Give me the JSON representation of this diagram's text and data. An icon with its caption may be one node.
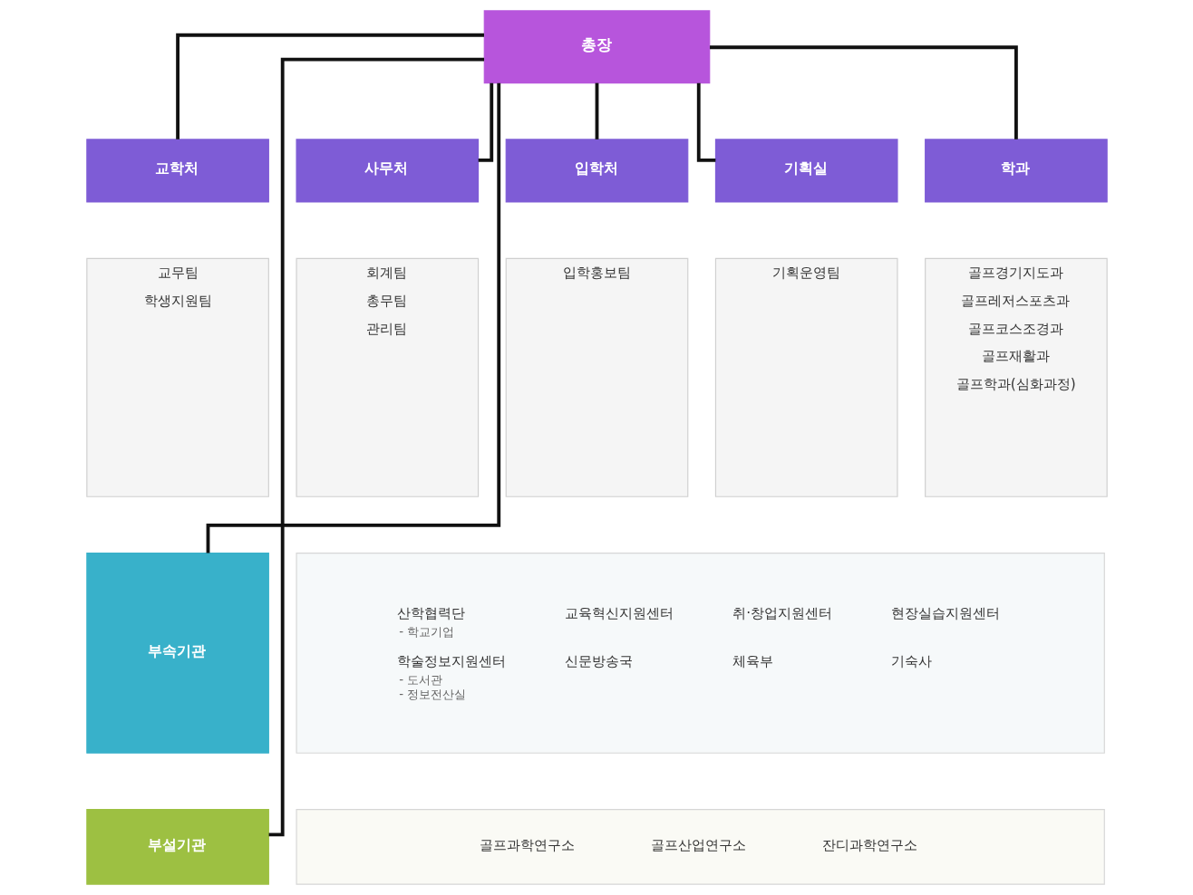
{
  "diagram": {
    "nodes": [
      {
        "text": [
          "총장"
        ]
      },
      {
        "text": [
          "교학처"
        ]
      },
      {
        "text": [
          "사무처"
        ]
      },
      {
        "text": [
          "입학처"
        ]
      },
      {
        "text": [
          "기획실"
        ]
      },
      {
        "text": [
          "학과"
        ]
      },
      {
        "text": [
          "교무팀",
          "학생지원팀"
        ]
      },
      {
        "text": [
          "회계팀",
          "총무팀",
          "관리팀"
        ]
      },
      {
        "text": [
          "입학홍보팀"
        ]
      },
      {
        "text": [
          "기획운영팀"
        ]
      },
      {
        "text": [
          "골프경기지도과",
          "골프레저스포츠과",
          "골프코스조경과",
          "골프재활과",
          "골프학과(심화과정)"
        ]
      },
      {
        "text": [
          "부속기관"
        ]
      },
      {
        "text": [
          "산학협력단",
          "교육혁신지원센터",
          "취·창업지원센터",
          "현장실습지원센터",
          "- 학교기업",
          "학술정보지원센터",
          "신문방송국",
          "체육부",
          "기숙사",
          "- 도서관",
          "- 정보전산실"
        ]
      },
      {
        "text": [
          "부설기관"
        ]
      },
      {
        "text": [
          "골프과학연구소",
          "골프산업연구소",
          "잔디과학연구소"
        ]
      }
    ],
    "edges": [
      {
        "from": 0,
        "to": 1,
        "arrow": "none"
      },
      {
        "from": 0,
        "to": 2,
        "arrow": "none"
      },
      {
        "from": 0,
        "to": 3,
        "arrow": "none"
      },
      {
        "from": 0,
        "to": 4,
        "arrow": "none"
      },
      {
        "from": 0,
        "to": 5,
        "arrow": "none"
      },
      {
        "from": 0,
        "to": 11,
        "arrow": "none"
      },
      {
        "from": 0,
        "to": 13,
        "arrow": "none"
      }
    ]
  }
}
